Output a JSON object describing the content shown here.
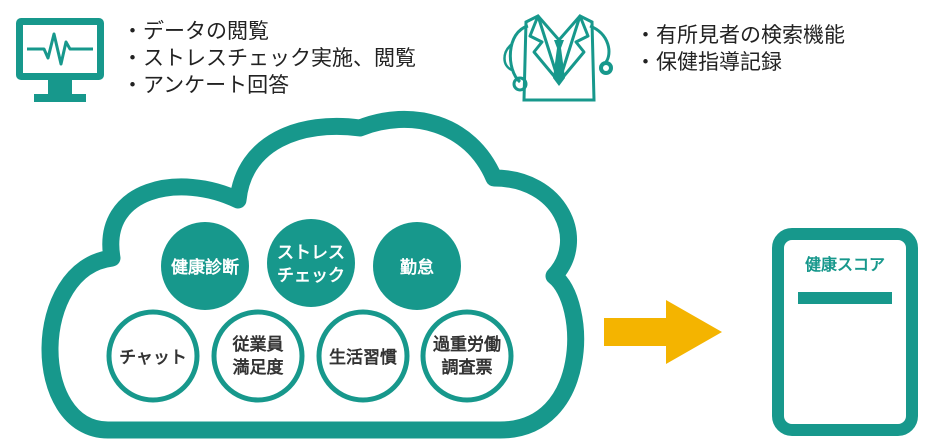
{
  "colors": {
    "teal": "#17988C",
    "arrow": "#F4B400",
    "white": "#ffffff"
  },
  "icons": {
    "left": "monitor-pulse-icon",
    "right": "doctor-stethoscope-icon"
  },
  "employee_features": [
    "・データの閲覧",
    "・ストレスチェック実施、閲覧",
    "・アンケート回答"
  ],
  "doctor_features": [
    "・有所見者の検索機能",
    "・保健指導記録"
  ],
  "cloud": {
    "filled": [
      {
        "lines": [
          "健康診断"
        ]
      },
      {
        "lines": [
          "ストレス",
          "チェック"
        ]
      },
      {
        "lines": [
          "勤怠"
        ]
      }
    ],
    "outlined": [
      {
        "lines": [
          "チャット"
        ]
      },
      {
        "lines": [
          "従業員",
          "満足度"
        ]
      },
      {
        "lines": [
          "生活習慣"
        ]
      },
      {
        "lines": [
          "過重労働",
          "調査票"
        ]
      }
    ]
  },
  "score_card": {
    "title": "健康スコア"
  }
}
